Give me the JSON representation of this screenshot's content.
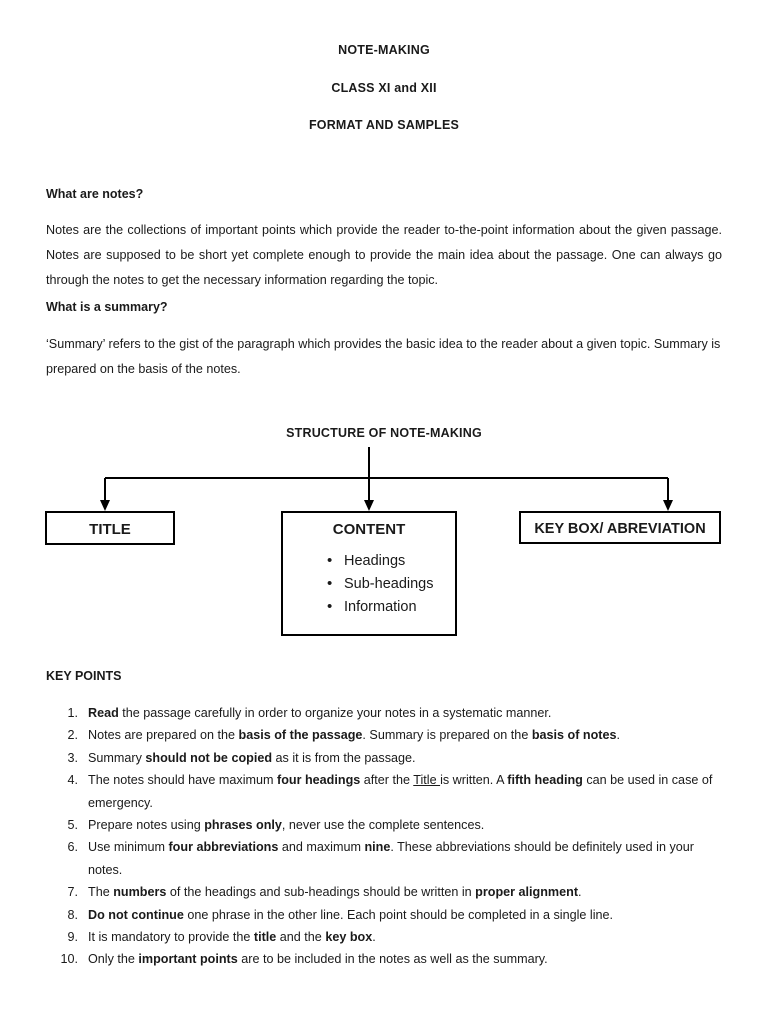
{
  "document": {
    "titles": [
      "NOTE-MAKING",
      "CLASS XI and XII",
      "FORMAT AND SAMPLES"
    ],
    "sections": {
      "notes_heading": "What are notes?",
      "notes_paragraph": "Notes are the collections of important points which provide the reader to-the-point information about the given passage. Notes are supposed to be short yet complete enough to provide the main idea about the passage. One can always go through the notes to get the necessary information regarding the topic.",
      "summary_heading": "What is a summary?",
      "summary_paragraph": "‘Summary’ refers to the gist of the paragraph which provides the basic idea to the reader about a given topic. Summary is prepared on the basis of the notes."
    },
    "diagram": {
      "title": "STRUCTURE OF NOTE-MAKING",
      "nodes": {
        "title_box": "TITLE",
        "content_box": "CONTENT",
        "keybox": "KEY BOX/ ABREVIATION"
      },
      "content_items": [
        "Headings",
        "Sub-headings",
        "Information"
      ]
    },
    "key_points": {
      "heading": "KEY POINTS",
      "items": [
        {
          "number": "1.",
          "html": "<b>Read</b> the passage carefully in order to organize your notes in a systematic manner."
        },
        {
          "number": "2.",
          "html": "Notes are prepared on the <b>basis of the passage</b>. Summary is prepared on the <b>basis of notes</b>."
        },
        {
          "number": "3.",
          "html": "Summary <b>should not be copied</b> as it is from the passage."
        },
        {
          "number": "4.",
          "html": "The notes should have maximum <b>four headings</b> after the <u>Title </u>is written. A <b>fifth heading</b> can be used in case of emergency."
        },
        {
          "number": "5.",
          "html": "Prepare notes using <b>phrases only</b>, never use the complete sentences."
        },
        {
          "number": "6.",
          "html": "Use minimum <b>four abbreviations</b> and maximum <b>nine</b>. These abbreviations should be definitely used in your notes."
        },
        {
          "number": "7.",
          "html": "The <b>numbers</b> of the headings and sub-headings should be written in <b>proper alignment</b>."
        },
        {
          "number": "8.",
          "html": "<b>Do not continue</b> one phrase in the other line. Each point should be completed in a single line."
        },
        {
          "number": "9.",
          "html": "It is mandatory to provide the <b>title</b> and the <b>key box</b>."
        },
        {
          "number": "10.",
          "html": "Only the <b>important points</b> are to be included in the notes as well as the summary."
        }
      ]
    },
    "colors": {
      "text": "#1a1a1a",
      "rule": "#000000",
      "page": "#ffffff"
    }
  }
}
